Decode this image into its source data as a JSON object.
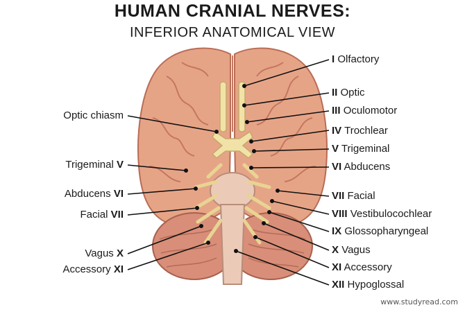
{
  "title": "HUMAN CRANIAL NERVES:",
  "subtitle": "INFERIOR ANATOMICAL VIEW",
  "colors": {
    "brain": "#e6a487",
    "brain_dark": "#c97a63",
    "nerve": "#f1e2a8",
    "nerve_edge": "#c6a86a",
    "stem": "#eccab8",
    "cerebellum": "#d88e78"
  },
  "labels_right": [
    {
      "num": "I",
      "name": "Olfactory"
    },
    {
      "num": "II",
      "name": "Optic"
    },
    {
      "num": "III",
      "name": "Oculomotor"
    },
    {
      "num": "IV",
      "name": "Trochlear"
    },
    {
      "num": "V",
      "name": "Trigeminal"
    },
    {
      "num": "VI",
      "name": "Abducens"
    },
    {
      "num": "VII",
      "name": "Facial"
    },
    {
      "num": "VIII",
      "name": "Vestibulocochlear"
    },
    {
      "num": "IX",
      "name": "Glossopharyngeal"
    },
    {
      "num": "X",
      "name": "Vagus"
    },
    {
      "num": "XI",
      "name": "Accessory"
    },
    {
      "num": "XII",
      "name": "Hypoglossal"
    }
  ],
  "labels_left": [
    {
      "name": "Optic chiasm",
      "num": ""
    },
    {
      "name": "Trigeminal",
      "num": "V"
    },
    {
      "name": "Abducens",
      "num": "VI"
    },
    {
      "name": "Facial",
      "num": "VII"
    },
    {
      "name": "Vagus",
      "num": "X"
    },
    {
      "name": "Accessory",
      "num": "XI"
    }
  ],
  "watermark": "www.studyread.com"
}
